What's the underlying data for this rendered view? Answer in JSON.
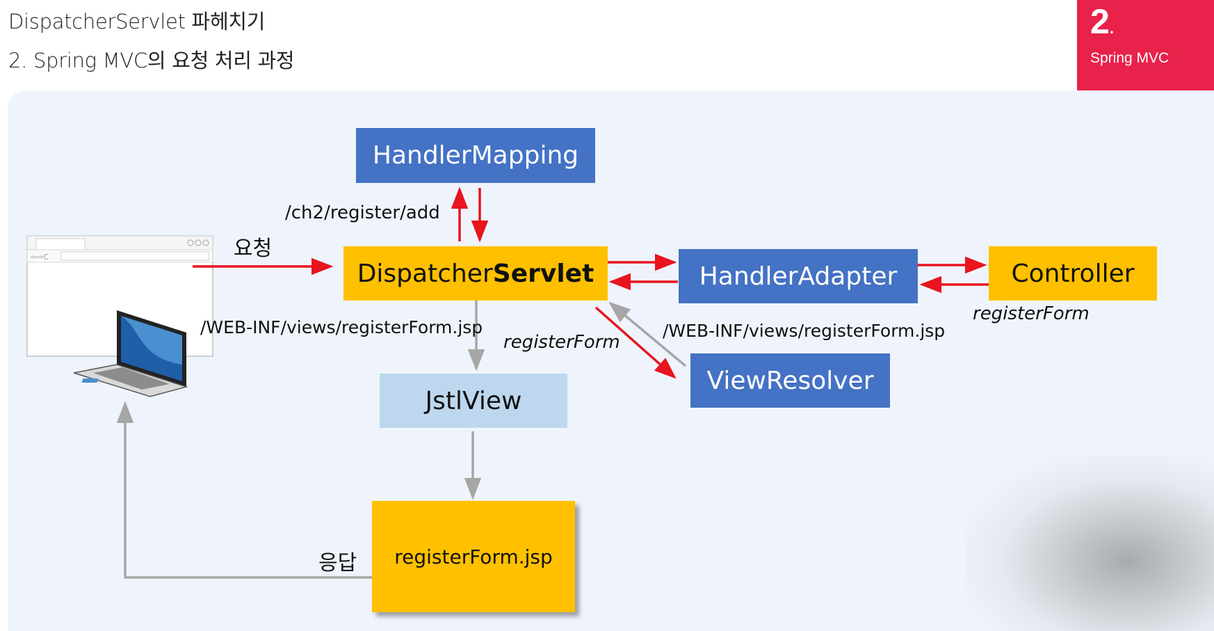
{
  "header": {
    "line1": "DispatcherServlet 파헤치기",
    "line2": "2. Spring MVC의 요청 처리 과정"
  },
  "badge": {
    "number": "2",
    "dot": ".",
    "subtitle": "Spring MVC"
  },
  "boxes": {
    "handler_mapping": "HandlerMapping",
    "dispatcher_prefix": "Dispatcher",
    "dispatcher_bold": "Servlet",
    "handler_adapter": "HandlerAdapter",
    "controller": "Controller",
    "view_resolver": "ViewResolver",
    "jstl_view": "JstlView",
    "register_form_jsp": "registerForm.jsp"
  },
  "labels": {
    "request_url": "/ch2/register/add",
    "request": "요청",
    "view_path_left": "/WEB-INF/views/registerForm.jsp",
    "view_name_center": "registerForm",
    "view_path_right": "/WEB-INF/views/registerForm.jsp",
    "view_name_controller": "registerForm",
    "response": "응답"
  },
  "colors": {
    "badge": "#e8224a",
    "blue_box": "#4472c4",
    "yellow_box": "#ffc000",
    "light_box": "#bdd7ee",
    "red_arrow": "#e8141e",
    "gray_arrow": "#a6a6a6",
    "panel": "#eff4fc"
  },
  "icons": [
    "browser-window-icon",
    "laptop-icon"
  ]
}
